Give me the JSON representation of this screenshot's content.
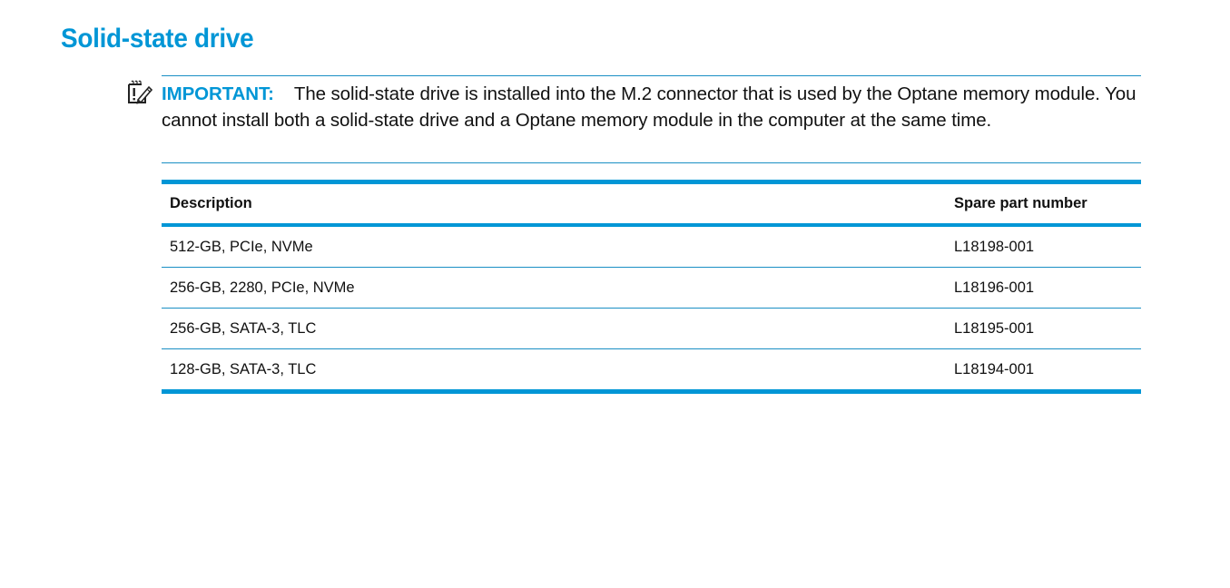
{
  "page": {
    "title": "Solid-state drive",
    "accent_color": "#0096d6",
    "rule_color": "#1a8fc4"
  },
  "notice": {
    "icon": "notepad-pencil-icon",
    "label": "IMPORTANT:",
    "text": "The solid-state drive is installed into the M.2 connector that is used by the Optane memory module. You cannot install both a solid-state drive and a Optane memory module in the computer at the same time."
  },
  "table": {
    "headers": {
      "description": "Description",
      "spare_part_number": "Spare part number"
    },
    "rows": [
      {
        "description": "512-GB, PCIe, NVMe",
        "spare_part_number": "L18198-001"
      },
      {
        "description": "256-GB, 2280, PCIe, NVMe",
        "spare_part_number": "L18196-001"
      },
      {
        "description": "256-GB, SATA-3, TLC",
        "spare_part_number": "L18195-001"
      },
      {
        "description": "128-GB, SATA-3, TLC",
        "spare_part_number": "L18194-001"
      }
    ]
  }
}
